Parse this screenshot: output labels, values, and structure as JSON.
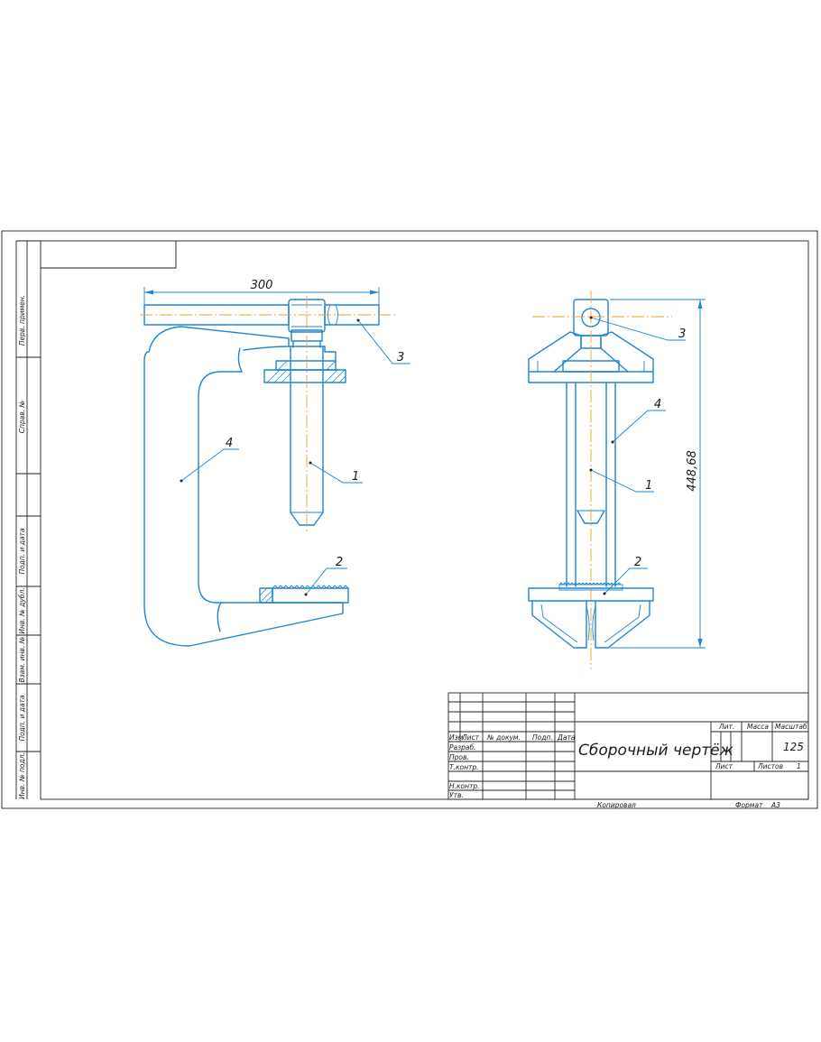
{
  "callouts": {
    "left": {
      "n1": "1",
      "n2": "2",
      "n3": "3",
      "n4": "4"
    },
    "right": {
      "n1": "1",
      "n2": "2",
      "n3": "3",
      "n4": "4"
    }
  },
  "dimensions": {
    "length": "300",
    "height": "448,68"
  },
  "side_stamp": {
    "perv_primen": "Перв. примен.",
    "sprav": "Справ. №",
    "podp_data_1": "Подп. и дата",
    "inv_dubl": "Инв. № дубл.",
    "vzam_inv": "Взам. инв. №",
    "podp_data_2": "Подп. и дата",
    "inv_podl": "Инв. № подл."
  },
  "title_block": {
    "izm": "Изм.",
    "list": "Лист",
    "n_dokum": "№ докум.",
    "podp": "Подп.",
    "data": "Дата",
    "razrab": "Разраб.",
    "prov": "Пров.",
    "tkontr": "Т.контр.",
    "nkontr": "Н.контр.",
    "utv": "Утв.",
    "drawing_name": "Сборочный чертёж",
    "lit": "Лит.",
    "massa": "Масса",
    "masshtab": "Масштаб",
    "scale_value": "125",
    "list_label": "Лист",
    "listov_label": "Листов",
    "listov_value": "1"
  },
  "footer": {
    "kopiroval": "Копировал",
    "format_label": "Формат",
    "format_value": "А3"
  }
}
